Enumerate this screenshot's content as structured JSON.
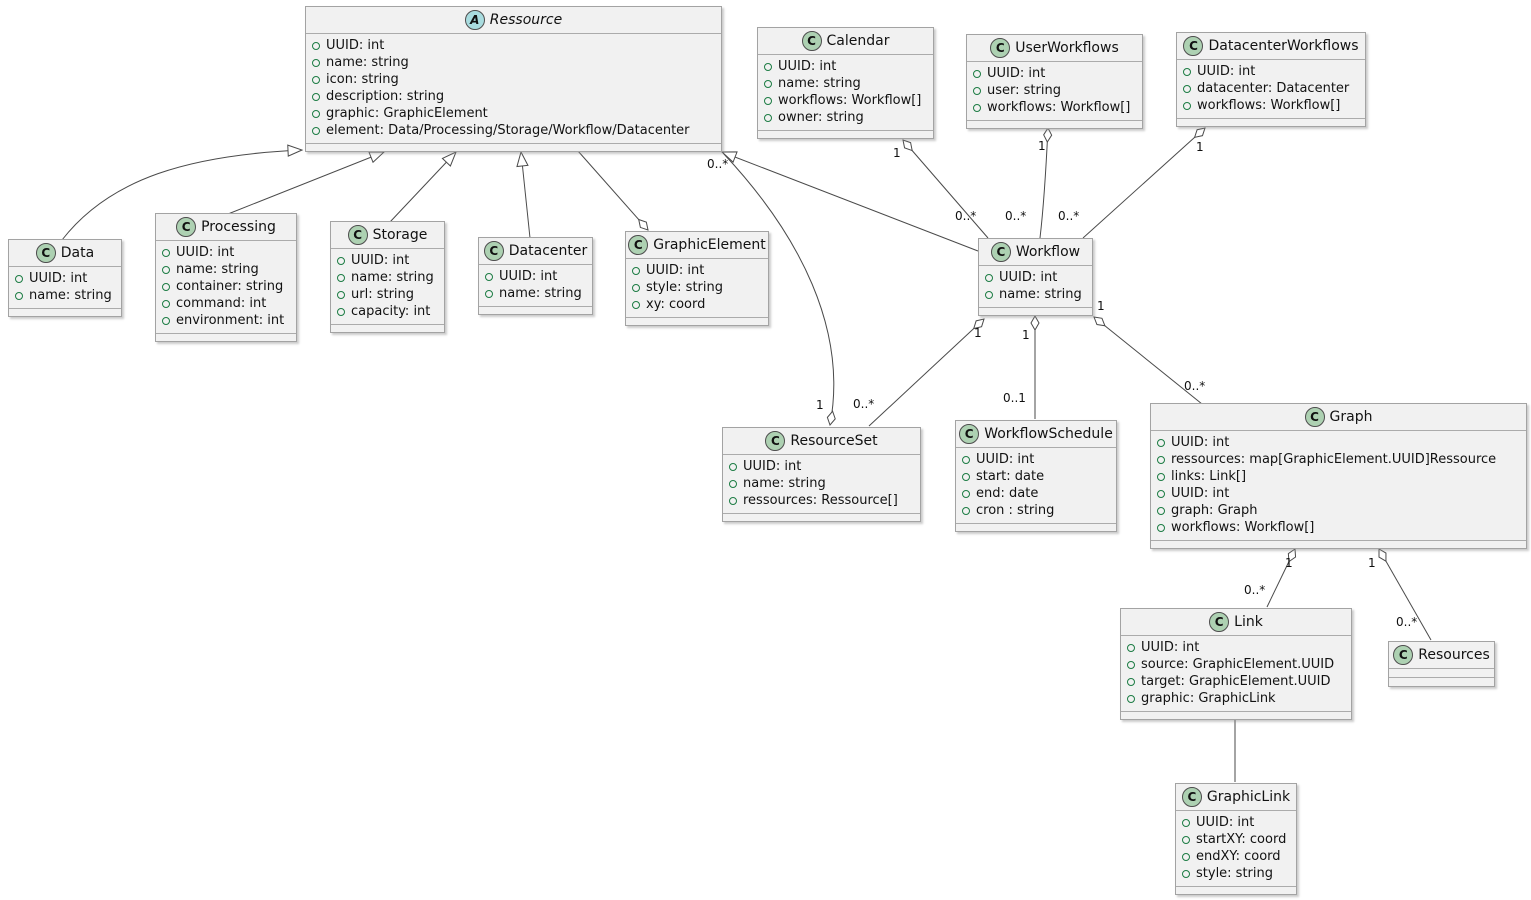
{
  "diagram": {
    "type": "uml-class-diagram",
    "classes": {
      "ressource": {
        "stereotype": "A",
        "name": "Ressource",
        "abstract": true,
        "attrs": [
          "UUID: int",
          "name: string",
          "icon: string",
          "description: string",
          "graphic: GraphicElement",
          "element: Data/Processing/Storage/Workflow/Datacenter"
        ]
      },
      "calendar": {
        "stereotype": "C",
        "name": "Calendar",
        "attrs": [
          "UUID: int",
          "name: string",
          "workflows: Workflow[]",
          "owner: string"
        ]
      },
      "userworkflows": {
        "stereotype": "C",
        "name": "UserWorkflows",
        "attrs": [
          "UUID: int",
          "user: string",
          "workflows: Workflow[]"
        ]
      },
      "datacenterworkflows": {
        "stereotype": "C",
        "name": "DatacenterWorkflows",
        "attrs": [
          "UUID: int",
          "datacenter: Datacenter",
          "workflows: Workflow[]"
        ]
      },
      "data": {
        "stereotype": "C",
        "name": "Data",
        "attrs": [
          "UUID: int",
          "name: string"
        ]
      },
      "processing": {
        "stereotype": "C",
        "name": "Processing",
        "attrs": [
          "UUID: int",
          "name: string",
          "container: string",
          "command: int",
          "environment: int"
        ]
      },
      "storage": {
        "stereotype": "C",
        "name": "Storage",
        "attrs": [
          "UUID: int",
          "name: string",
          "url: string",
          "capacity: int"
        ]
      },
      "datacenter": {
        "stereotype": "C",
        "name": "Datacenter",
        "attrs": [
          "UUID: int",
          "name: string"
        ]
      },
      "graphicelement": {
        "stereotype": "C",
        "name": "GraphicElement",
        "attrs": [
          "UUID: int",
          "style: string",
          "xy: coord"
        ]
      },
      "workflow": {
        "stereotype": "C",
        "name": "Workflow",
        "attrs": [
          "UUID: int",
          "name: string"
        ]
      },
      "resourceset": {
        "stereotype": "C",
        "name": "ResourceSet",
        "attrs": [
          "UUID: int",
          "name: string",
          "ressources: Ressource[]"
        ]
      },
      "workflowschedule": {
        "stereotype": "C",
        "name": "WorkflowSchedule",
        "attrs": [
          "UUID: int",
          "start: date",
          "end: date",
          "cron : string"
        ]
      },
      "graph": {
        "stereotype": "C",
        "name": "Graph",
        "attrs": [
          "UUID: int",
          "ressources: map[GraphicElement.UUID]Ressource",
          "links: Link[]",
          "UUID: int",
          "graph: Graph",
          "workflows: Workflow[]"
        ]
      },
      "link": {
        "stereotype": "C",
        "name": "Link",
        "attrs": [
          "UUID: int",
          "source: GraphicElement.UUID",
          "target: GraphicElement.UUID",
          "graphic: GraphicLink"
        ]
      },
      "resources": {
        "stereotype": "C",
        "name": "Resources",
        "attrs": []
      },
      "graphiclink": {
        "stereotype": "C",
        "name": "GraphicLink",
        "attrs": [
          "UUID: int",
          "startXY: coord",
          "endXY: coord",
          "style: string"
        ]
      }
    },
    "relations": [
      {
        "from": "Data",
        "to": "Ressource",
        "type": "extends"
      },
      {
        "from": "Processing",
        "to": "Ressource",
        "type": "extends"
      },
      {
        "from": "Storage",
        "to": "Ressource",
        "type": "extends"
      },
      {
        "from": "Datacenter",
        "to": "Ressource",
        "type": "extends"
      },
      {
        "from": "Workflow",
        "to": "Ressource",
        "type": "extends"
      },
      {
        "from": "Ressource",
        "to": "GraphicElement",
        "type": "aggregation",
        "diamond_at": "GraphicElement"
      },
      {
        "from": "ResourceSet",
        "to": "Ressource",
        "type": "aggregation",
        "diamond_at": "ResourceSet",
        "mult_diamond_side": "1",
        "mult_far_side": "0..*"
      },
      {
        "from": "Calendar",
        "to": "Workflow",
        "type": "aggregation",
        "diamond_at": "Calendar",
        "mult_diamond_side": "1",
        "mult_far_side": "0..*"
      },
      {
        "from": "UserWorkflows",
        "to": "Workflow",
        "type": "aggregation",
        "diamond_at": "UserWorkflows",
        "mult_diamond_side": "1",
        "mult_far_side": "0..*"
      },
      {
        "from": "DatacenterWorkflows",
        "to": "Workflow",
        "type": "aggregation",
        "diamond_at": "DatacenterWorkflows",
        "mult_diamond_side": "1",
        "mult_far_side": "0..*"
      },
      {
        "from": "Workflow",
        "to": "ResourceSet",
        "type": "aggregation",
        "diamond_at": "Workflow",
        "mult_diamond_side": "1",
        "mult_far_side": "0..*"
      },
      {
        "from": "Workflow",
        "to": "WorkflowSchedule",
        "type": "aggregation",
        "diamond_at": "Workflow",
        "mult_diamond_side": "1",
        "mult_far_side": "0..1"
      },
      {
        "from": "Workflow",
        "to": "Graph",
        "type": "aggregation",
        "diamond_at": "Workflow",
        "mult_diamond_side": "1",
        "mult_far_side": "0..*"
      },
      {
        "from": "Graph",
        "to": "Link",
        "type": "aggregation",
        "diamond_at": "Graph",
        "mult_diamond_side": "1",
        "mult_far_side": "0..*"
      },
      {
        "from": "Graph",
        "to": "Resources",
        "type": "aggregation",
        "diamond_at": "Graph",
        "mult_diamond_side": "1",
        "mult_far_side": "0..*"
      },
      {
        "from": "Link",
        "to": "GraphicLink",
        "type": "association"
      }
    ],
    "multiplicities": {
      "res_resset_many": "0..*",
      "res_resset_one": "1",
      "calendar_one": "1",
      "calendar_many": "0..*",
      "user_one": "1",
      "user_many": "0..*",
      "dc_one": "1",
      "dc_many": "0..*",
      "wf_resset_one": "1",
      "wf_resset_many": "0..*",
      "wf_ws_one": "1",
      "wf_ws_zeroone": "0..1",
      "wf_graph_one": "1",
      "wf_graph_many": "0..*",
      "graph_link_one": "1",
      "graph_link_many": "0..*",
      "graph_res_one": "1",
      "graph_res_many": "0..*"
    },
    "colors": {
      "box_bg": "#F1F1F1",
      "box_border": "#A3A3A3",
      "edge": "#4A4A4A",
      "class_icon_bg": "#ADD1B2",
      "abstract_icon_bg": "#A9DCDF",
      "attr_dot": "#1C7C43"
    }
  }
}
